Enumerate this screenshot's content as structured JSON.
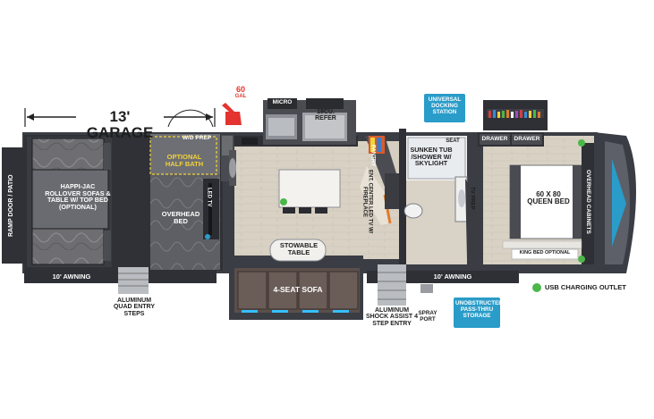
{
  "garage": {
    "label": "13' GARAGE"
  },
  "fuel": {
    "amount": "60",
    "unit": "GAL"
  },
  "appliances": {
    "micro": "MICRO",
    "refer": "18CU. REFER",
    "pantry": "PANTRY"
  },
  "callouts": {
    "docking": "UNIVERSAL DOCKING STATION",
    "storage": "UNOBSTRUCTED PASS-THRU STORAGE",
    "usb": "USB CHARGING OUTLET"
  },
  "garage_area": {
    "ramp_door": "RAMP DOOR / PATIO",
    "sofas": "HAPPI-JAC ROLLOVER SOFAS & TABLE w/ TOP BED (OPTIONAL)",
    "wd_prep": "W/D PREP",
    "half_bath": "OPTIONAL HALF BATH",
    "overhead_bed": "OVERHEAD BED",
    "led_tv": "LED TV",
    "awning_left": "10' AWNING",
    "entry_steps": "ALUMINUM QUAD ENTRY STEPS"
  },
  "living": {
    "ent_center": "ENT. CENTER LED TV w/ FIREPLACE",
    "stowable_table": "STOWABLE TABLE",
    "sofa": "4-SEAT SOFA",
    "shock_steps": "ALUMINUM SHOCK ASSIST 4 STEP ENTRY",
    "spray_port": "SPRAY PORT",
    "awning_right": "10' AWNING"
  },
  "bath": {
    "tub": "SUNKEN TUB /SHOWER w/ SKYLIGHT",
    "seat": "SEAT"
  },
  "bedroom": {
    "drawer1": "DRAWER",
    "drawer2": "DRAWER",
    "bed": "60 x 80 QUEEN BED",
    "king_opt": "KING BED OPTIONAL",
    "overhead_cabinets": "OVERHEAD CABINETS",
    "tv_prep": "TV PREP"
  },
  "icons": [
    "usb-dot-icon",
    "fuel-nozzle-icon",
    "sink-icon",
    "toilet-icon",
    "lamp-icon"
  ],
  "colors": {
    "wall": "#3a3d44",
    "floor_wood": "#d9d2c6",
    "garage_floor": "#2f3136",
    "accent_blue": "#2a9cc9",
    "usb_green": "#4bb749",
    "fuel_red": "#e3342f",
    "optional_yellow": "#f2d33a"
  }
}
